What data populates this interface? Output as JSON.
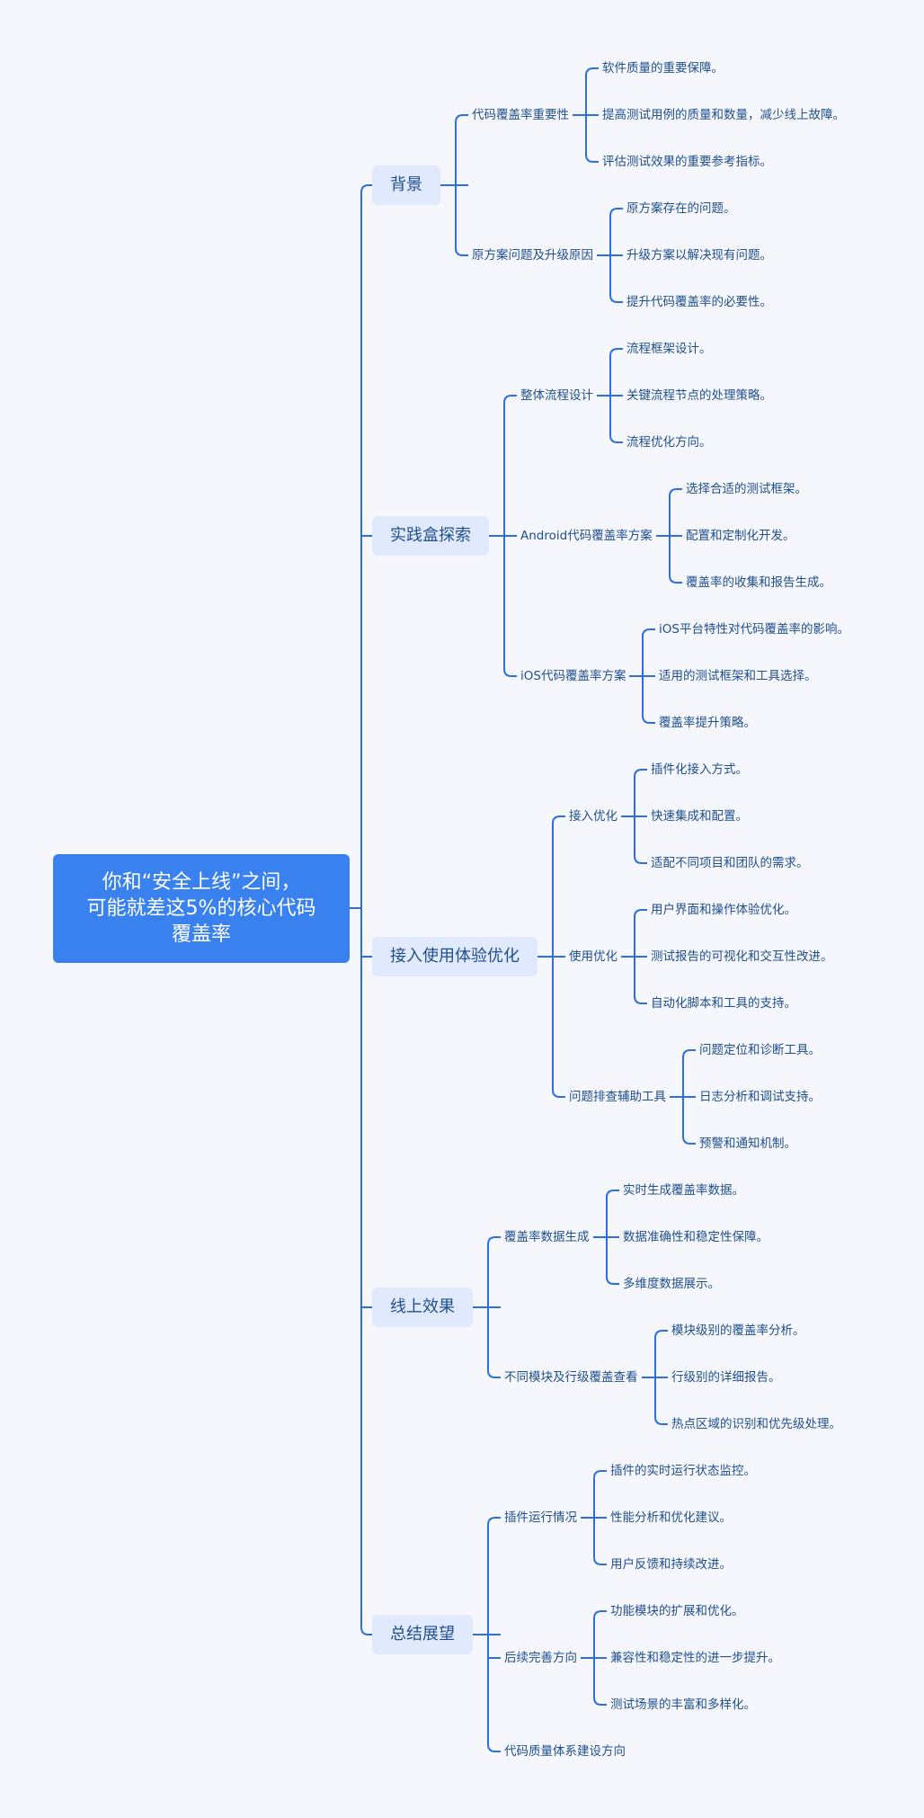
{
  "root": {
    "title": "你和“安全上线”之间，\n可能就差这5%的核心代码\n覆盖率"
  },
  "branches": [
    {
      "label": "背景",
      "children": [
        {
          "label": "代码覆盖率重要性",
          "children": [
            "软件质量的重要保障。",
            "提高测试用例的质量和数量，减少线上故障。",
            "评估测试效果的重要参考指标。"
          ]
        },
        {
          "label": "原方案问题及升级原因",
          "children": [
            "原方案存在的问题。",
            "升级方案以解决现有问题。",
            "提升代码覆盖率的必要性。"
          ]
        }
      ]
    },
    {
      "label": "实践盒探索",
      "children": [
        {
          "label": "整体流程设计",
          "children": [
            "流程框架设计。",
            "关键流程节点的处理策略。",
            "流程优化方向。"
          ]
        },
        {
          "label": "Android代码覆盖率方案",
          "children": [
            "选择合适的测试框架。",
            "配置和定制化开发。",
            "覆盖率的收集和报告生成。"
          ]
        },
        {
          "label": "iOS代码覆盖率方案",
          "children": [
            "iOS平台特性对代码覆盖率的影响。",
            "适用的测试框架和工具选择。",
            "覆盖率提升策略。"
          ]
        }
      ]
    },
    {
      "label": "接入使用体验优化",
      "children": [
        {
          "label": "接入优化",
          "children": [
            "插件化接入方式。",
            "快速集成和配置。",
            "适配不同项目和团队的需求。"
          ]
        },
        {
          "label": "使用优化",
          "children": [
            "用户界面和操作体验优化。",
            "测试报告的可视化和交互性改进。",
            "自动化脚本和工具的支持。"
          ]
        },
        {
          "label": "问题排查辅助工具",
          "children": [
            "问题定位和诊断工具。",
            "日志分析和调试支持。",
            "预警和通知机制。"
          ]
        }
      ]
    },
    {
      "label": "线上效果",
      "children": [
        {
          "label": "覆盖率数据生成",
          "children": [
            "实时生成覆盖率数据。",
            "数据准确性和稳定性保障。",
            "多维度数据展示。"
          ]
        },
        {
          "label": "不同模块及行级覆盖查看",
          "children": [
            "模块级别的覆盖率分析。",
            "行级别的详细报告。",
            "热点区域的识别和优先级处理。"
          ]
        }
      ]
    },
    {
      "label": "总结展望",
      "children": [
        {
          "label": "插件运行情况",
          "children": [
            "插件的实时运行状态监控。",
            "性能分析和优化建议。",
            "用户反馈和持续改进。"
          ]
        },
        {
          "label": "后续完善方向",
          "children": [
            "功能模块的扩展和优化。",
            "兼容性和稳定性的进一步提升。",
            "测试场景的丰富和多样化。"
          ]
        },
        {
          "label": "代码质量体系建设方向",
          "children": []
        }
      ]
    }
  ],
  "colors": {
    "line": "#2d6fde",
    "root_fill": "#3a81f0",
    "branch_fill": "#e1eafc",
    "text": "#1f4f8f",
    "background": "#f5f7fc"
  }
}
